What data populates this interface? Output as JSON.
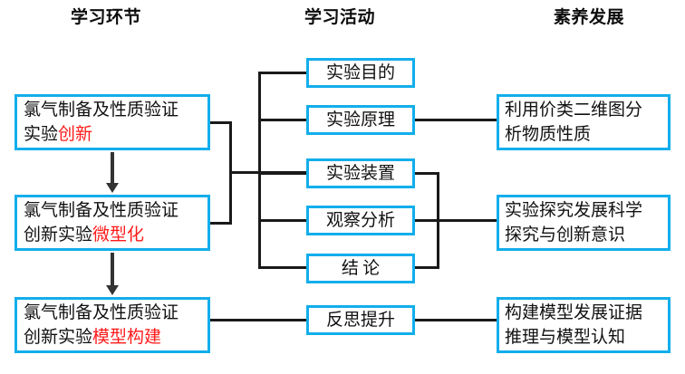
{
  "headers": {
    "stage": "学习环节",
    "activity": "学习活动",
    "literacy": "素养发展"
  },
  "colors": {
    "box_border": "#12AEEB",
    "connector": "#1a1a1a",
    "arrow": "#333333",
    "highlight_text": "#FF1A1A",
    "body_text": "#111111",
    "background": "#ffffff"
  },
  "stages": [
    {
      "id": "stage-1",
      "line1": "氯气制备及性质验证",
      "line2_plain": "实验",
      "line2_highlight": "创新"
    },
    {
      "id": "stage-2",
      "line1": "氯气制备及性质验证",
      "line2_plain": "创新实验",
      "line2_highlight": "微型化"
    },
    {
      "id": "stage-3",
      "line1": "氯气制备及性质验证",
      "line2_plain": "创新实验",
      "line2_highlight": "模型构建"
    }
  ],
  "activities": [
    {
      "id": "act-1",
      "label": "实验目的"
    },
    {
      "id": "act-2",
      "label": "实验原理"
    },
    {
      "id": "act-3",
      "label": "实验装置"
    },
    {
      "id": "act-4",
      "label": "观察分析"
    },
    {
      "id": "act-5",
      "label": "结论"
    },
    {
      "id": "act-6",
      "label": "反思提升"
    }
  ],
  "literacies": [
    {
      "id": "lit-1",
      "line1": "利用价类二维图分",
      "line2": "析物质性质"
    },
    {
      "id": "lit-2",
      "line1": "实验探究发展科学",
      "line2": "探究与创新意识"
    },
    {
      "id": "lit-3",
      "line1": "构建模型发展证据",
      "line2": "推理与模型认知"
    }
  ]
}
